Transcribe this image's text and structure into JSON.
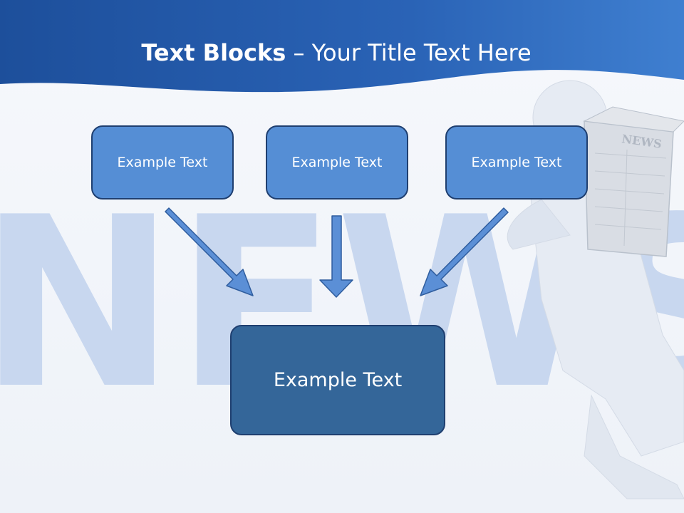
{
  "slide": {
    "title_bold": "Text Blocks",
    "title_dash": " – ",
    "title_rest": "Your Title Text Here",
    "watermark_word": "NEWS",
    "paper_word": "NEWS"
  },
  "blocks": [
    {
      "label": "Example Text"
    },
    {
      "label": "Example Text"
    },
    {
      "label": "Example Text"
    }
  ],
  "main_block": {
    "label": "Example Text"
  },
  "colors": {
    "header_blue": "#2a63b6",
    "block_fill": "#558ed5",
    "main_block_fill": "#346699",
    "arrow_fill": "#5b8fd6",
    "border": "#1f3f70"
  },
  "icons": [
    "down-right-arrow-icon",
    "down-arrow-icon",
    "down-left-arrow-icon"
  ]
}
